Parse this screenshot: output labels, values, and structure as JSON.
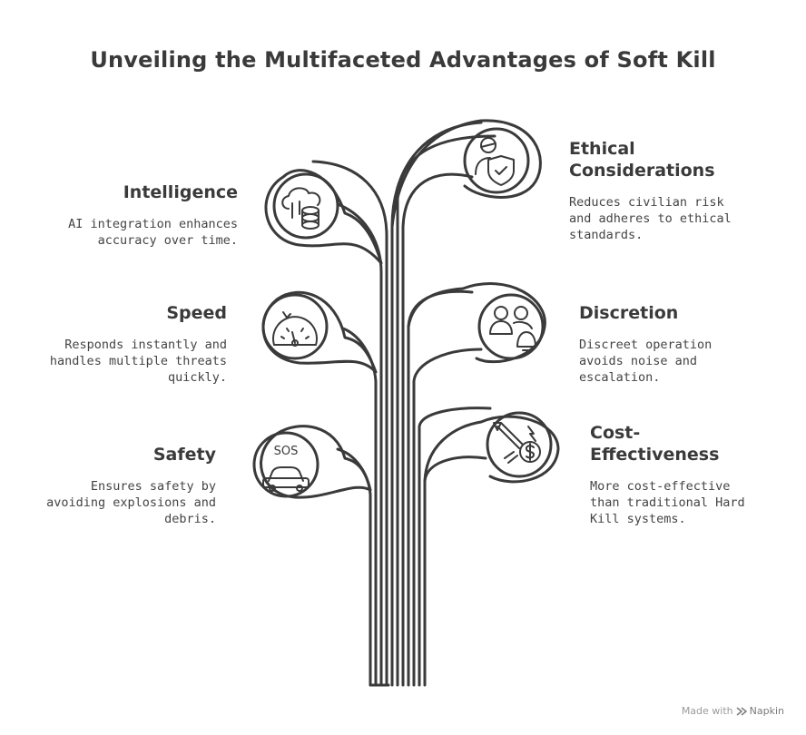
{
  "title": "Unveiling the Multifaceted Advantages of Soft Kill",
  "items": [
    {
      "title": "Intelligence",
      "desc": "AI integration enhances accuracy over time.",
      "icon": "database-cloud-icon"
    },
    {
      "title": "Speed",
      "desc": "Responds instantly and handles multiple threats quickly.",
      "icon": "speedometer-icon"
    },
    {
      "title": "Safety",
      "desc": "Ensures safety by avoiding explosions and debris.",
      "icon": "sos-car-icon",
      "icon_text": "SOS"
    },
    {
      "title": "Ethical Considerations",
      "desc": "Reduces civilian risk and adheres to ethical standards.",
      "icon": "person-shield-icon"
    },
    {
      "title": "Discretion",
      "desc": "Discreet operation avoids noise and escalation.",
      "icon": "people-bell-icon"
    },
    {
      "title": "Cost-Effectiveness",
      "desc": "More cost-effective than traditional Hard Kill systems.",
      "icon": "rocket-dollar-icon"
    }
  ],
  "footer": {
    "made_with": "Made with",
    "brand": "Napkin"
  }
}
